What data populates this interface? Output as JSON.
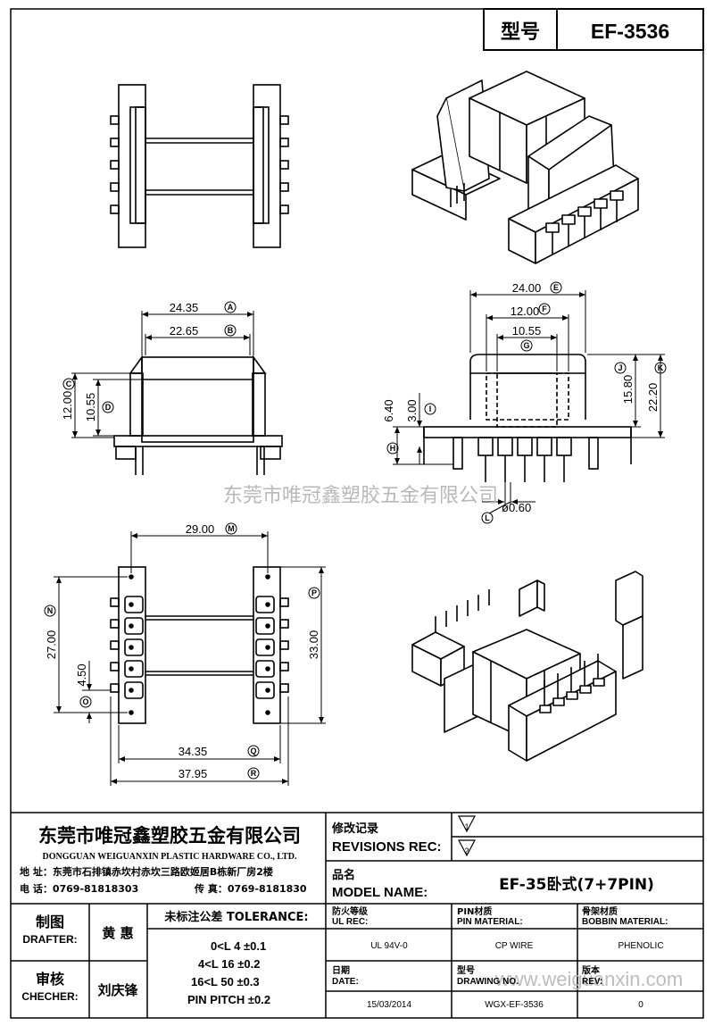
{
  "header": {
    "type_label": "型号",
    "model": "EF-3536"
  },
  "watermark": {
    "cn": "东莞市唯冠鑫塑胶五金有限公司",
    "url": "www.weiguanxin.com"
  },
  "dims": {
    "side": {
      "a": "24.35",
      "b": "22.65",
      "c": "12.00",
      "d": "10.55"
    },
    "front": {
      "e": "24.00",
      "f": "12.00",
      "g": "10.55",
      "h": "3.00",
      "i": "6.40",
      "j": "15.80",
      "k": "22.20",
      "pin": "ø0.60"
    },
    "bottom": {
      "m": "29.00",
      "n": "27.00",
      "o": "4.50",
      "p": "33.00",
      "q": "34.35",
      "r": "37.95"
    }
  },
  "markers": {
    "a": "A",
    "b": "B",
    "c": "C",
    "d": "D",
    "e": "E",
    "f": "F",
    "g": "G",
    "h": "H",
    "i": "I",
    "j": "J",
    "k": "K",
    "l": "L",
    "m": "M",
    "n": "N",
    "o": "O",
    "p": "P",
    "q": "Q",
    "r": "R"
  },
  "title_block": {
    "company_cn": "东莞市唯冠鑫塑胶五金有限公司",
    "company_en": "DONGGUAN WEIGUANXIN PLASTIC HARDWARE CO., LTD.",
    "address": "地  址：东莞市石排镇赤坎村赤坎三路欧姬居B栋新厂房2楼",
    "phone": "电  话：0769-81818303",
    "fax": "传  真：0769-8181830",
    "rev_cn": "修改记录",
    "rev_en": "REVISIONS REC:",
    "rev1": "1",
    "rev2": "2",
    "model_cn": "品名",
    "model_en": "MODEL NAME:",
    "model_name": "EF-35卧式(7+7PIN)",
    "drafter_cn": "制图",
    "drafter_en": "DRAFTER:",
    "drafter": "黄  惠",
    "checker_cn": "审核",
    "checker_en": "CHECHER:",
    "checker": "刘庆锋",
    "tol_title": "未标注公差 TOLERANCE:",
    "tol1": "0<L   4    ±0.1",
    "tol2": "4<L   16   ±0.2",
    "tol3": "16<L   50   ±0.3",
    "tol4": "PIN PITCH    ±0.2",
    "ul_cn": "防火等级",
    "ul_en": "UL REC:",
    "ul": "UL 94V-0",
    "pin_cn": "PIN材质",
    "pin_en": "PIN MATERIAL:",
    "pin": "CP WIRE",
    "bobbin_cn": "骨架材质",
    "bobbin_en": "BOBBIN MATERIAL:",
    "bobbin": "PHENOLIC",
    "date_cn": "日期",
    "date_en": "DATE:",
    "date": "15/03/2014",
    "dwg_cn": "型号",
    "dwg_en": "DRAWING NO.",
    "dwg": "WGX-EF-3536",
    "ver_cn": "版本",
    "ver_en": "REV:",
    "ver": "0"
  }
}
